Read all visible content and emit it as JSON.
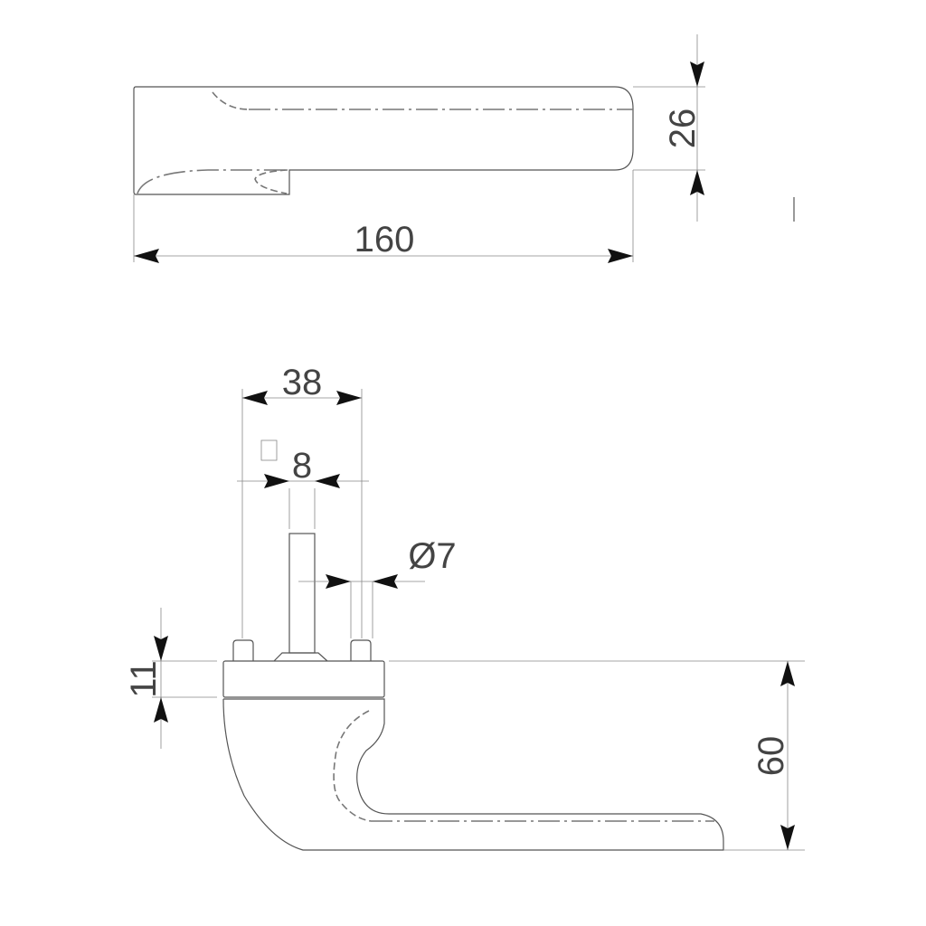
{
  "title": "Door lever handle dimension drawing",
  "top_view": {
    "length_label": "160",
    "height_label": "26"
  },
  "side_view": {
    "rose_spacing_label": "38",
    "spindle_square_label": "8",
    "screw_diameter_label": "Ø7",
    "rose_thickness_label": "11",
    "lever_height_label": "60"
  }
}
